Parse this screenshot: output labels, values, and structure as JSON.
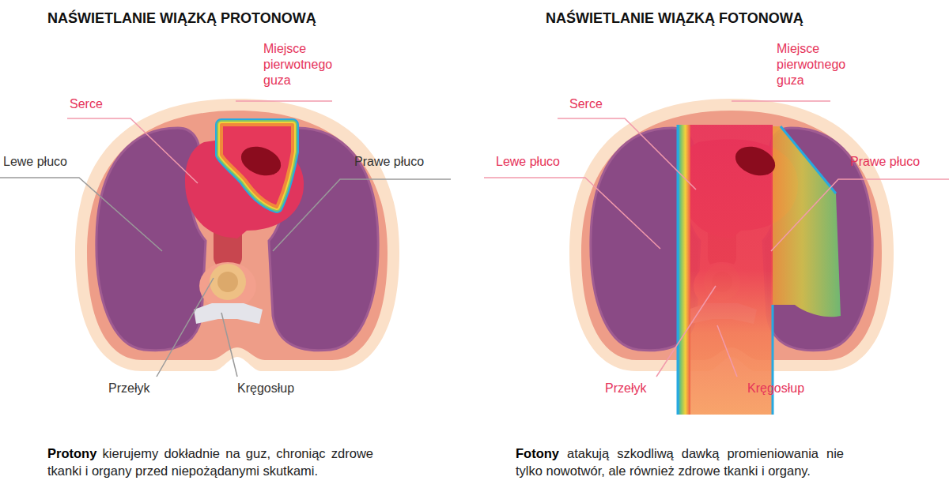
{
  "diagram": {
    "labels": [
      "NAŚWIETLANIE WIĄZKĄ PROTONOWĄ",
      "Miejsce pierwotnego guza",
      "Serce",
      "Lewe płuco",
      "Prawe płuco",
      "Przełyk",
      "Kręgosłup",
      "Protony kierujemy dokładnie na guz, chroniąc zdrowe tkanki i organy przed niepożądanymi skutkami.",
      "NAŚWIETLANIE WIĄZKĄ FOTONOWĄ",
      "Miejsce pierwotnego guza",
      "Serce",
      "Lewe płuco",
      "Prawe płuco",
      "Przełyk",
      "Kręgosłup",
      "Fotony atakują szkodliwą dawką promieniowania nie tylko nowotwór, ale również zdrowe tkanki i organy."
    ]
  }
}
